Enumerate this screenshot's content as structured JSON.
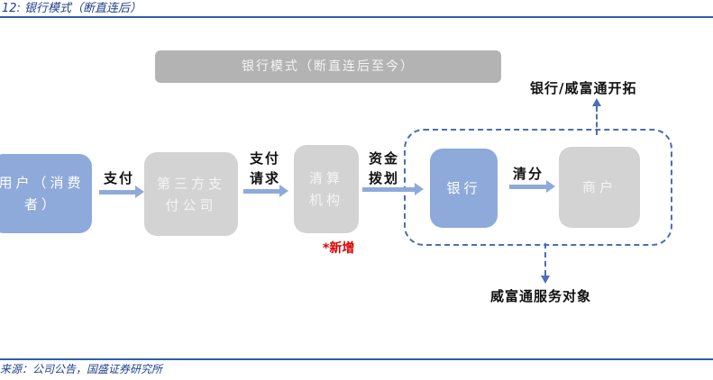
{
  "caption": "12:  银行模式（断直连后）",
  "banner": "银行模式（断直连后至今）",
  "nodes": {
    "user": "用户（消费者）",
    "third_party": "第三方支付公司",
    "clearing": "清算机构",
    "bank": "银行",
    "merchant": "商户"
  },
  "edges": {
    "pay": "支付",
    "pay_request": "支付请求",
    "fund_transfer": "资金拨划",
    "settle": "清分"
  },
  "new_tag": "*新增",
  "top_note": "银行/威富通开拓",
  "bottom_note": "威富通服务对象",
  "source": "来源：公司公告，国盛证券研究所"
}
